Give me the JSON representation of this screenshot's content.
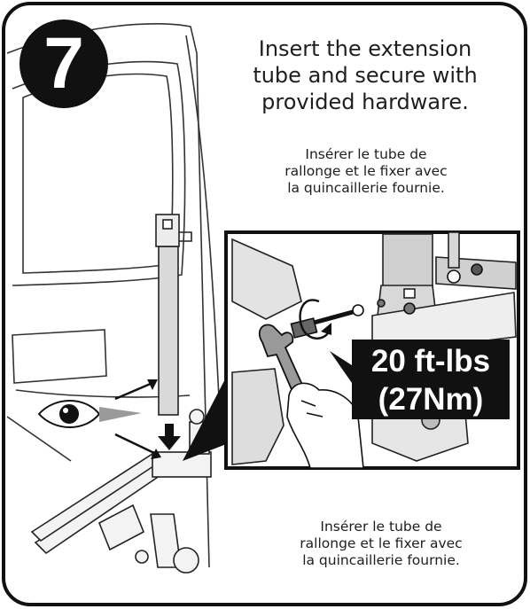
{
  "step": {
    "number": "7"
  },
  "instructions": {
    "english_lines": [
      "Insert the extension",
      "tube and secure with",
      "provided hardware."
    ],
    "french_top_lines": [
      "Insérer le tube de",
      "rallonge et le fixer avec",
      "la quincaillerie fournie."
    ],
    "french_bottom_lines": [
      "Insérer le tube de",
      "rallonge et le fixer avec",
      "la quincaillerie fournie."
    ]
  },
  "torque_spec": {
    "line1": "20 ft-lbs",
    "line2": "(27Nm)"
  },
  "colors": {
    "ink": "#111111",
    "line": "#333333",
    "frame_bg": "#ffffff"
  },
  "icons": [
    "eye-icon",
    "arrow-icon",
    "wrench-icon",
    "rotation-arrow-icon"
  ]
}
